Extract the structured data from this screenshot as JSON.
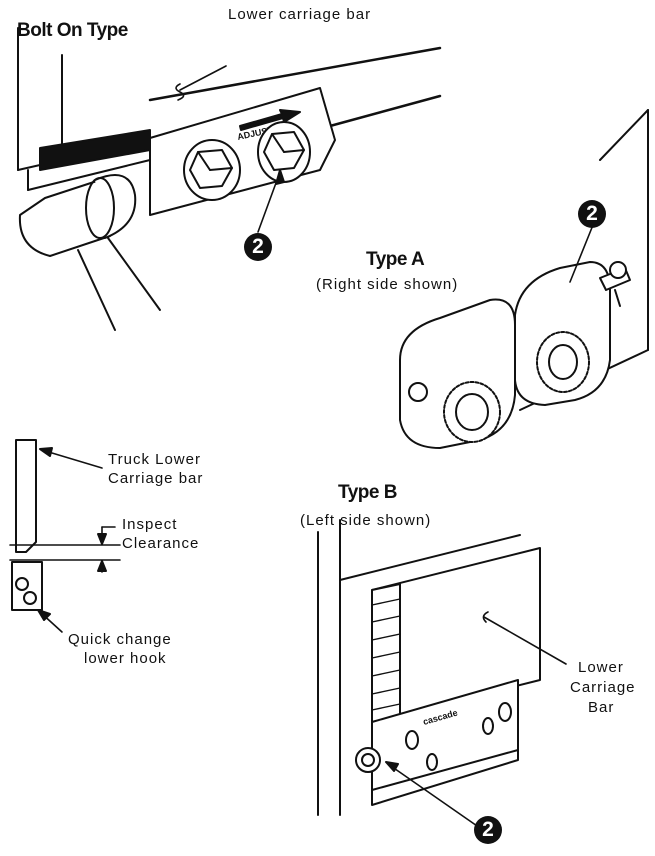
{
  "top_view": {
    "title": "Bolt On Type",
    "bar_label": "Lower carriage bar",
    "adjust_text": "ADJUST",
    "callout": "2"
  },
  "type_a": {
    "title": "Type A",
    "subtitle": "(Right side shown)",
    "callout": "2"
  },
  "section_view": {
    "truck_bar_label": [
      "Truck Lower",
      "Carriage bar"
    ],
    "inspect_label": [
      "Inspect",
      "Clearance"
    ],
    "hook_label": [
      "Quick change",
      "lower hook"
    ]
  },
  "type_b": {
    "title": "Type B",
    "subtitle": "(Left side shown)",
    "bar_label": [
      "Lower",
      "Carriage",
      "Bar"
    ],
    "brand": "cascade",
    "callout": "2"
  },
  "colors": {
    "ink": "#111111",
    "paper": "#ffffff"
  }
}
